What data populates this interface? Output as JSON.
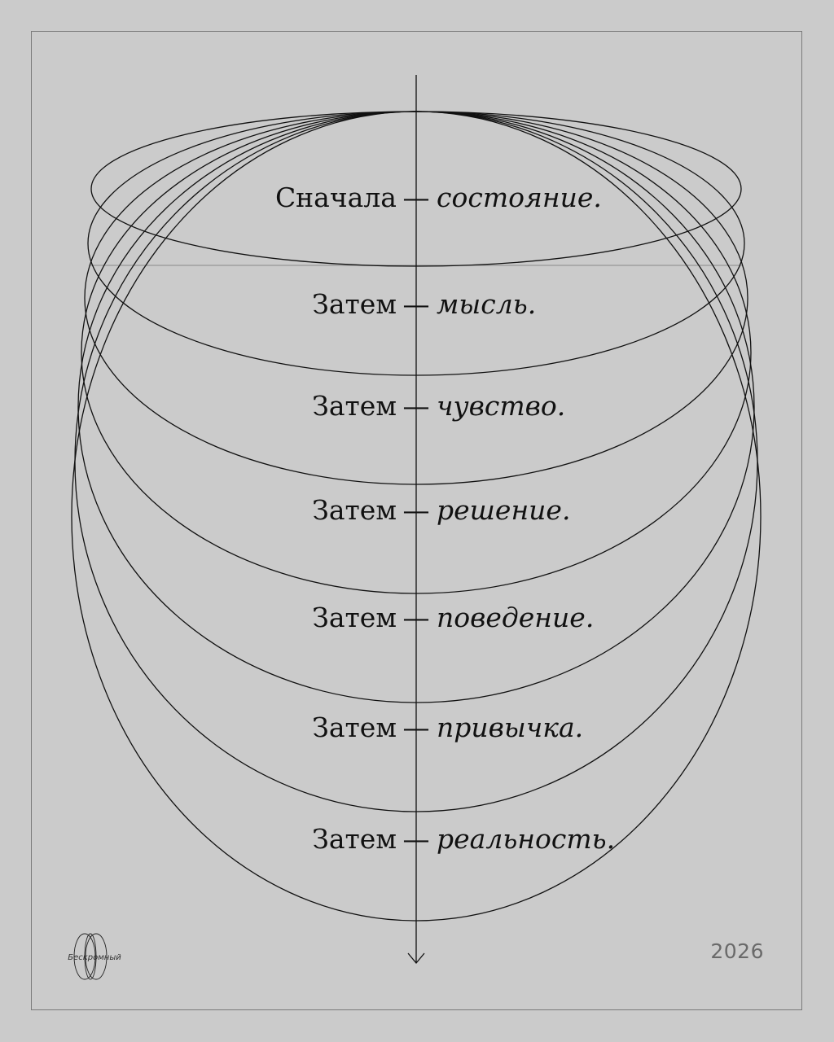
{
  "diagram": {
    "steps": [
      {
        "lead": "Сначала",
        "dash": "—",
        "word": "состояние."
      },
      {
        "lead": "Затем",
        "dash": "—",
        "word": "мысль."
      },
      {
        "lead": "Затем",
        "dash": "—",
        "word": "чувство."
      },
      {
        "lead": "Затем",
        "dash": "—",
        "word": "решение."
      },
      {
        "lead": "Затем",
        "dash": "—",
        "word": "поведение."
      },
      {
        "lead": "Затем",
        "dash": "—",
        "word": "привычка."
      },
      {
        "lead": "Затем",
        "dash": "—",
        "word": "реальность."
      }
    ]
  },
  "footer": {
    "brand": "Бескромный",
    "year": "2026"
  },
  "colors": {
    "background": "#cbcbcb",
    "ink": "#111111",
    "frame": "#7a7a7a",
    "year": "#6a6a6a"
  },
  "icons": {
    "axis_arrow": "arrow-down-icon",
    "logo": "rings-logo-icon"
  }
}
